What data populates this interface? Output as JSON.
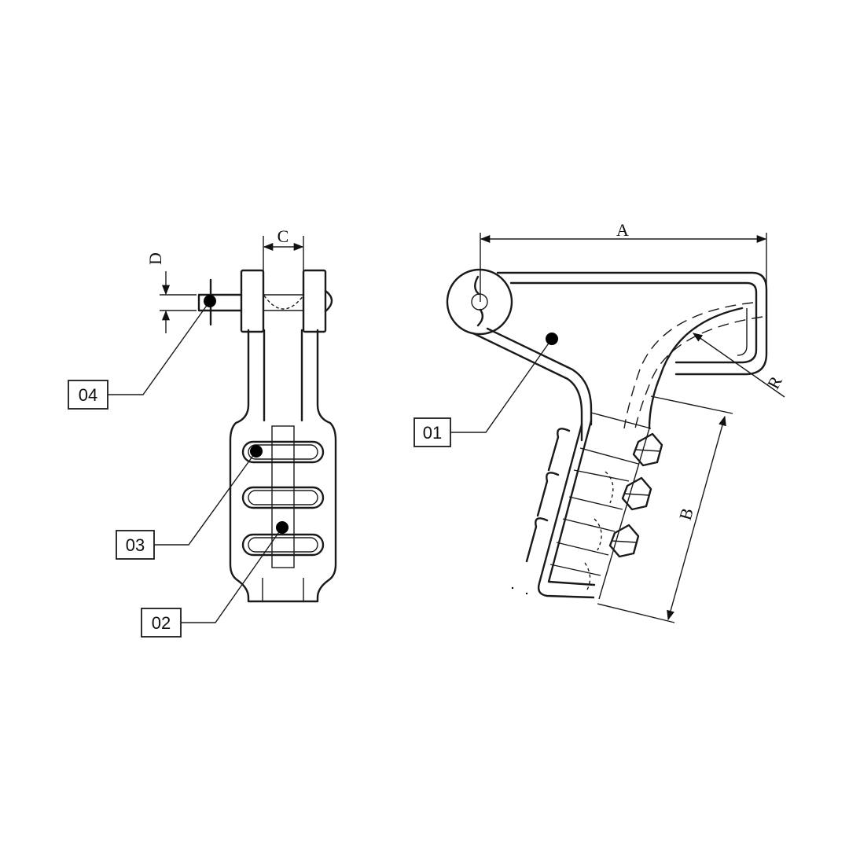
{
  "callouts": [
    {
      "id": "c01",
      "label": "01"
    },
    {
      "id": "c02",
      "label": "02"
    },
    {
      "id": "c03",
      "label": "03"
    },
    {
      "id": "c04",
      "label": "04"
    }
  ],
  "dimensions": {
    "a": "A",
    "b": "B",
    "c": "C",
    "d": "D",
    "r": "R"
  }
}
